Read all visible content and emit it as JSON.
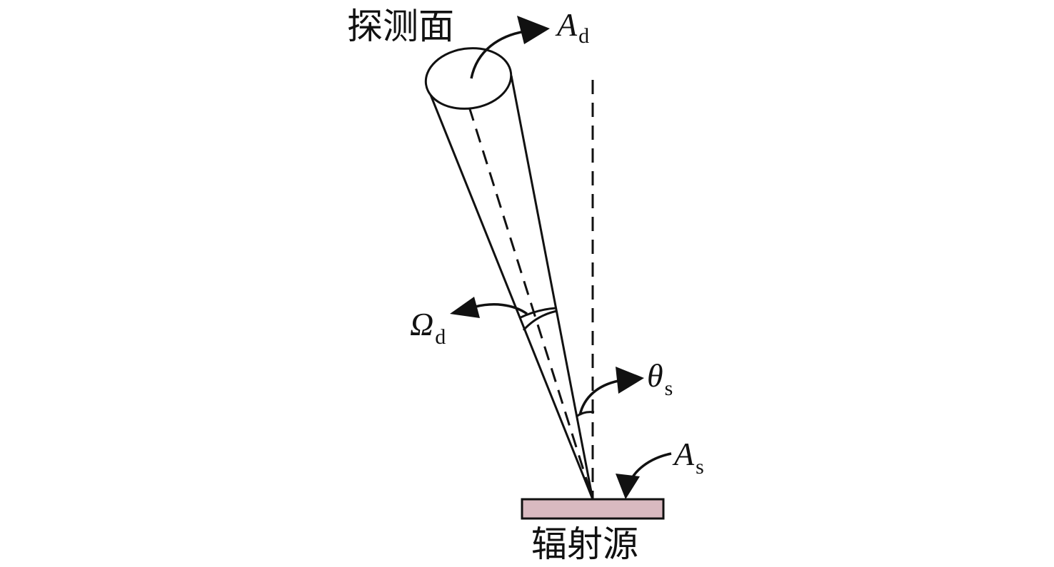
{
  "labels": {
    "detector_surface": "探测面",
    "radiation_source": "辐射源"
  },
  "symbols": {
    "A_d": {
      "main": "A",
      "sub": "d"
    },
    "Omega_d": {
      "main": "Ω",
      "sub": "d"
    },
    "theta_s": {
      "main": "θ",
      "sub": "s"
    },
    "A_s": {
      "main": "A",
      "sub": "s"
    }
  },
  "colors": {
    "line": "#111111",
    "source_fill": "#d9b9c0"
  }
}
